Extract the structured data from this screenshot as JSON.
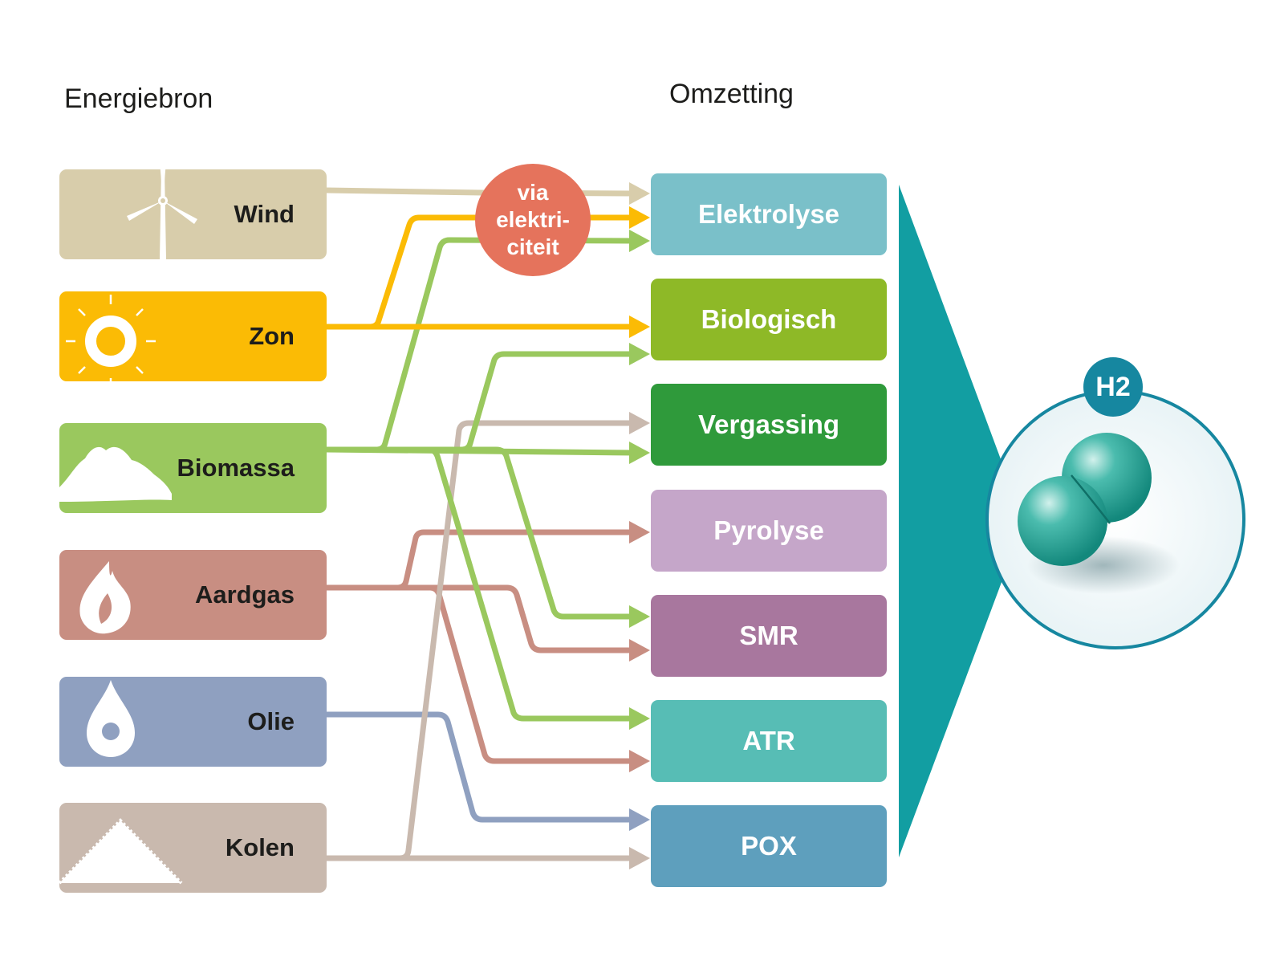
{
  "headings": {
    "sources": "Energiebron",
    "conversion": "Omzetting"
  },
  "sources": [
    {
      "label": "Wind",
      "color": "#d8cdab",
      "icon": "wind-turbine-icon"
    },
    {
      "label": "Zon",
      "color": "#fbbb05",
      "icon": "sun-icon"
    },
    {
      "label": "Biomassa",
      "color": "#9ac85e",
      "icon": "biomass-pile-icon"
    },
    {
      "label": "Aardgas",
      "color": "#c88e82",
      "icon": "flame-icon"
    },
    {
      "label": "Olie",
      "color": "#8fa0c0",
      "icon": "oil-drop-icon"
    },
    {
      "label": "Kolen",
      "color": "#c9b9ae",
      "icon": "coal-pile-icon"
    }
  ],
  "conversions": [
    {
      "label": "Elektrolyse",
      "color": "#7ac0c9"
    },
    {
      "label": "Biologisch",
      "color": "#8eb927"
    },
    {
      "label": "Vergassing",
      "color": "#2f9a3b"
    },
    {
      "label": "Pyrolyse",
      "color": "#c5a6c9"
    },
    {
      "label": "SMR",
      "color": "#a8779e"
    },
    {
      "label": "ATR",
      "color": "#57bdb5"
    },
    {
      "label": "POX",
      "color": "#5e9fbd"
    }
  ],
  "via_electricity": {
    "line1": "via",
    "line2": "elektri-",
    "line3": "citeit",
    "color": "#e5735c"
  },
  "result": {
    "label": "H2",
    "funnel_color": "#129ea2",
    "molecule_color": "#2aa59a"
  },
  "flows": [
    {
      "from": "Wind",
      "to": "Elektrolyse",
      "via": "elektriciteit"
    },
    {
      "from": "Zon",
      "to": "Elektrolyse",
      "via": "elektriciteit"
    },
    {
      "from": "Biomassa",
      "to": "Elektrolyse",
      "via": "elektriciteit"
    },
    {
      "from": "Zon",
      "to": "Biologisch"
    },
    {
      "from": "Biomassa",
      "to": "Biologisch"
    },
    {
      "from": "Kolen",
      "to": "Vergassing"
    },
    {
      "from": "Biomassa",
      "to": "Vergassing"
    },
    {
      "from": "Aardgas",
      "to": "Pyrolyse"
    },
    {
      "from": "Biomassa",
      "to": "SMR"
    },
    {
      "from": "Aardgas",
      "to": "SMR"
    },
    {
      "from": "Biomassa",
      "to": "ATR"
    },
    {
      "from": "Aardgas",
      "to": "ATR"
    },
    {
      "from": "Olie",
      "to": "POX"
    },
    {
      "from": "Kolen",
      "to": "POX"
    }
  ]
}
